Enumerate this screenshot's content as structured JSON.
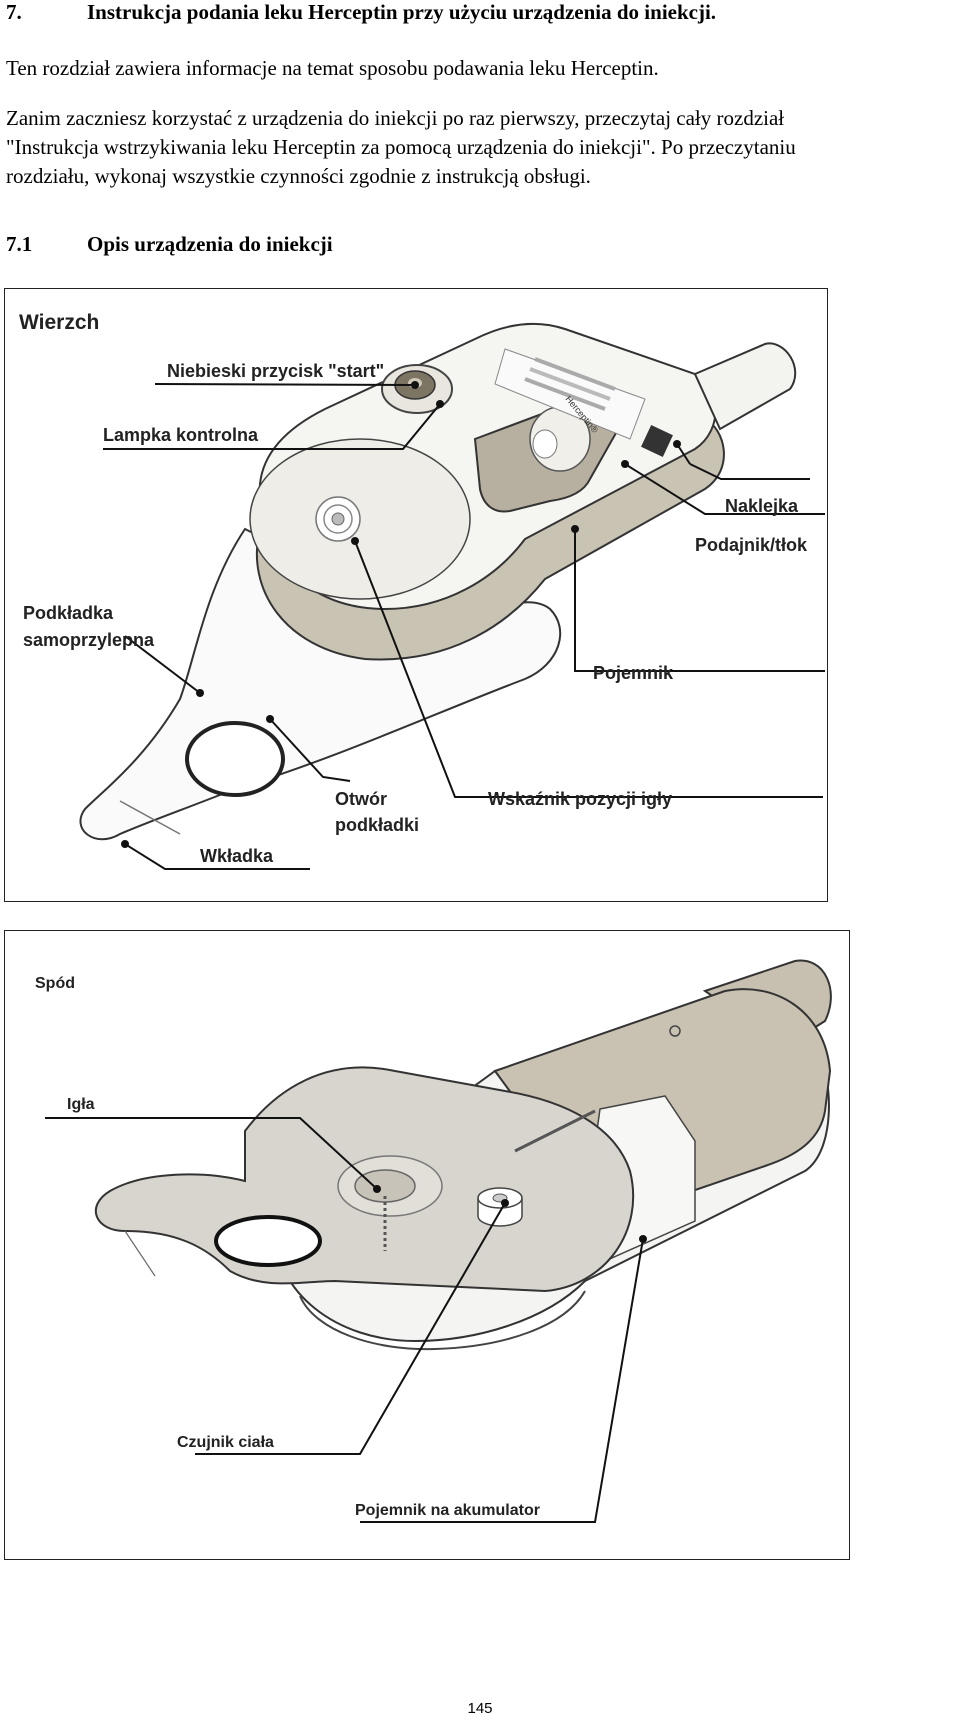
{
  "section": {
    "number": "7.",
    "title": "Instrukcja podania leku Herceptin przy użyciu urządzenia do iniekcji."
  },
  "paragraphs": [
    {
      "lines": [
        "Ten rozdział zawiera informacje na temat sposobu podawania leku Herceptin."
      ]
    },
    {
      "lines": [
        "Zanim zaczniesz korzystać z urządzenia do iniekcji po raz pierwszy, przeczytaj cały rozdział",
        "\"Instrukcja wstrzykiwania leku Herceptin za pomocą urządzenia do iniekcji\". Po przeczytaniu",
        "rozdziału, wykonaj wszystkie czynności zgodnie z instrukcją obsługi."
      ]
    }
  ],
  "subsection": {
    "number": "7.1",
    "title": "Opis urządzenia do iniekcji"
  },
  "figure_top": {
    "title": "Wierzch",
    "labels": {
      "start_button": "Niebieski przycisk \"start\"",
      "indicator_lamp": "Lampka kontrolna",
      "sticker": "Naklejka",
      "plunger": "Podajnik/tłok",
      "adhesive_pad_line1": "Podkładka",
      "adhesive_pad_line2": "samoprzylepna",
      "container": "Pojemnik",
      "pad_hole_line1": "Otwór",
      "pad_hole_line2": "podkładki",
      "needle_indicator": "Wskaźnik pozycji igły",
      "insert": "Wkładka"
    },
    "device_label_text": "Herceptin®"
  },
  "figure_bottom": {
    "title": "Spód",
    "labels": {
      "needle": "Igła",
      "body_sensor": "Czujnik ciała",
      "battery_compartment": "Pojemnik na akumulator"
    }
  },
  "page_number": "145"
}
